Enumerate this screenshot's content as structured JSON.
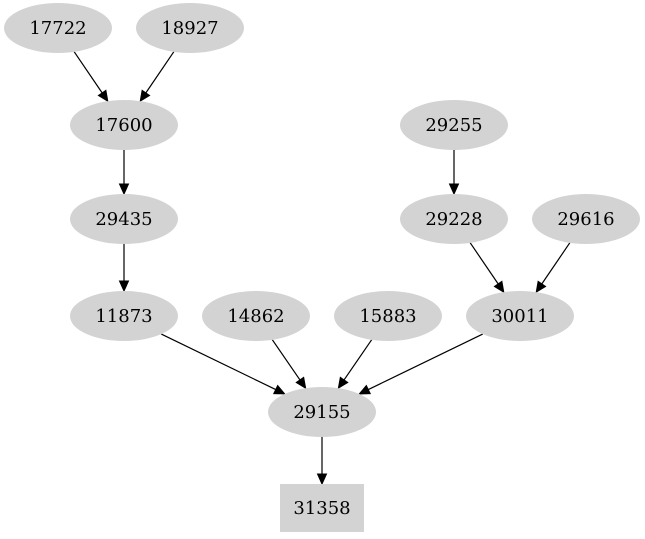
{
  "graph": {
    "nodes": [
      {
        "id": "17722",
        "label": "17722",
        "shape": "ellipse"
      },
      {
        "id": "18927",
        "label": "18927",
        "shape": "ellipse"
      },
      {
        "id": "17600",
        "label": "17600",
        "shape": "ellipse"
      },
      {
        "id": "29435",
        "label": "29435",
        "shape": "ellipse"
      },
      {
        "id": "11873",
        "label": "11873",
        "shape": "ellipse"
      },
      {
        "id": "14862",
        "label": "14862",
        "shape": "ellipse"
      },
      {
        "id": "15883",
        "label": "15883",
        "shape": "ellipse"
      },
      {
        "id": "29255",
        "label": "29255",
        "shape": "ellipse"
      },
      {
        "id": "29228",
        "label": "29228",
        "shape": "ellipse"
      },
      {
        "id": "29616",
        "label": "29616",
        "shape": "ellipse"
      },
      {
        "id": "30011",
        "label": "30011",
        "shape": "ellipse"
      },
      {
        "id": "29155",
        "label": "29155",
        "shape": "ellipse"
      },
      {
        "id": "31358",
        "label": "31358",
        "shape": "box"
      }
    ],
    "edges": [
      {
        "from": "17722",
        "to": "17600"
      },
      {
        "from": "18927",
        "to": "17600"
      },
      {
        "from": "17600",
        "to": "29435"
      },
      {
        "from": "29435",
        "to": "11873"
      },
      {
        "from": "29255",
        "to": "29228"
      },
      {
        "from": "29228",
        "to": "30011"
      },
      {
        "from": "29616",
        "to": "30011"
      },
      {
        "from": "11873",
        "to": "29155"
      },
      {
        "from": "14862",
        "to": "29155"
      },
      {
        "from": "15883",
        "to": "29155"
      },
      {
        "from": "30011",
        "to": "29155"
      },
      {
        "from": "29155",
        "to": "31358"
      }
    ],
    "colors": {
      "node_fill": "#d3d3d3",
      "edge": "#000000",
      "text": "#000000"
    }
  }
}
